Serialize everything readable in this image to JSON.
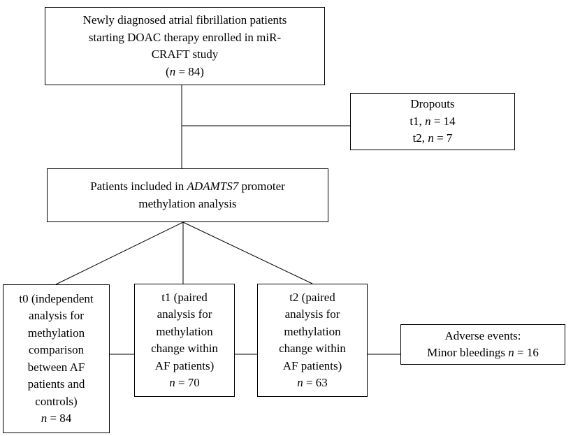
{
  "flowchart": {
    "enrolled": {
      "line1": "Newly diagnosed atrial fibrillation patients",
      "line2": "starting DOAC therapy enrolled in miR-",
      "line3": "CRAFT study",
      "n_label": "n",
      "n_value": " = 84)"
    },
    "dropouts": {
      "title": "Dropouts",
      "t1_prefix": "t1, ",
      "t1_n": "n",
      "t1_value": " = 14",
      "t2_prefix": "t2, ",
      "t2_n": "n",
      "t2_value": " = 7"
    },
    "included": {
      "prefix": "Patients included in ",
      "gene": "ADAMTS7",
      "suffix": " promoter",
      "line2": "methylation analysis"
    },
    "t0": {
      "lines": [
        "t0 (independent",
        "analysis for",
        "methylation",
        "comparison",
        "between AF",
        "patients and",
        "controls)"
      ],
      "n_label": "n",
      "n_value": " = 84"
    },
    "t1": {
      "lines": [
        "t1 (paired",
        "analysis for",
        "methylation",
        "change within",
        "AF patients)"
      ],
      "n_label": "n",
      "n_value": " = 70"
    },
    "t2": {
      "lines": [
        "t2 (paired",
        "analysis for",
        "methylation",
        "change within",
        "AF patients)"
      ],
      "n_label": "n",
      "n_value": " = 63"
    },
    "adverse": {
      "title": "Adverse events:",
      "line2_prefix": "Minor bleedings ",
      "n_label": "n",
      "n_value": " = 16"
    }
  }
}
